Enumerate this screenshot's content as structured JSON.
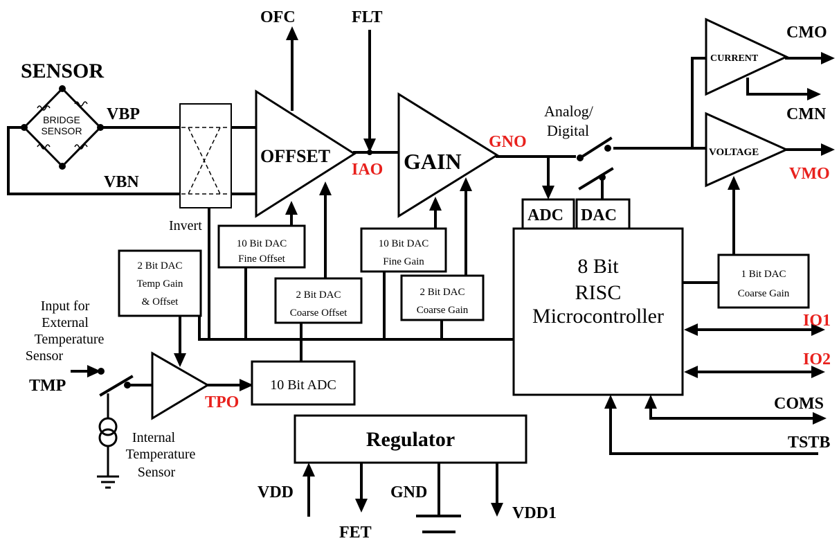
{
  "colors": {
    "line": "#000000",
    "signal_label": "#e8211d",
    "background": "#ffffff"
  },
  "sensor": {
    "title": "SENSOR",
    "bridge_line1": "BRIDGE",
    "bridge_line2": "SENSOR"
  },
  "signals": {
    "vbp": "VBP",
    "vbn": "VBN",
    "ofc": "OFC",
    "flt": "FLT",
    "iao": "IAO",
    "gno": "GNO",
    "tpo": "TPO",
    "tmp": "TMP",
    "cmo": "CMO",
    "cmn": "CMN",
    "vmo": "VMO",
    "io1": "IO1",
    "io2": "IO2",
    "coms": "COMS",
    "tstb": "TSTB",
    "vdd": "VDD",
    "fet": "FET",
    "gnd": "GND",
    "vdd1": "VDD1"
  },
  "labels": {
    "invert": "Invert",
    "analog_digital_1": "Analog/",
    "analog_digital_2": "Digital",
    "ext_temp_1": "Input for",
    "ext_temp_2": "External",
    "ext_temp_3": "Temperature",
    "ext_temp_4": "Sensor",
    "int_temp_1": "Internal",
    "int_temp_2": "Temperature",
    "int_temp_3": "Sensor"
  },
  "amplifiers": {
    "offset": "OFFSET",
    "gain": "GAIN",
    "current": "CURRENT",
    "voltage": "VOLTAGE"
  },
  "blocks": {
    "adc": "ADC",
    "dac": "DAC",
    "mcu_1": "8 Bit",
    "mcu_2": "RISC",
    "mcu_3": "Microcontroller",
    "dac10_fine_offset_1": "10 Bit DAC",
    "dac10_fine_offset_2": "Fine Offset",
    "dac10_fine_gain_1": "10 Bit DAC",
    "dac10_fine_gain_2": "Fine Gain",
    "dac2_coarse_offset_1": "2 Bit DAC",
    "dac2_coarse_offset_2": "Coarse Offset",
    "dac2_coarse_gain_1": "2 Bit DAC",
    "dac2_coarse_gain_2": "Coarse Gain",
    "dac2_temp_1": "2 Bit DAC",
    "dac2_temp_2": "Temp Gain",
    "dac2_temp_3": "& Offset",
    "dac1_coarse_gain_1": "1 Bit DAC",
    "dac1_coarse_gain_2": "Coarse Gain",
    "adc10": "10 Bit ADC",
    "regulator": "Regulator"
  }
}
